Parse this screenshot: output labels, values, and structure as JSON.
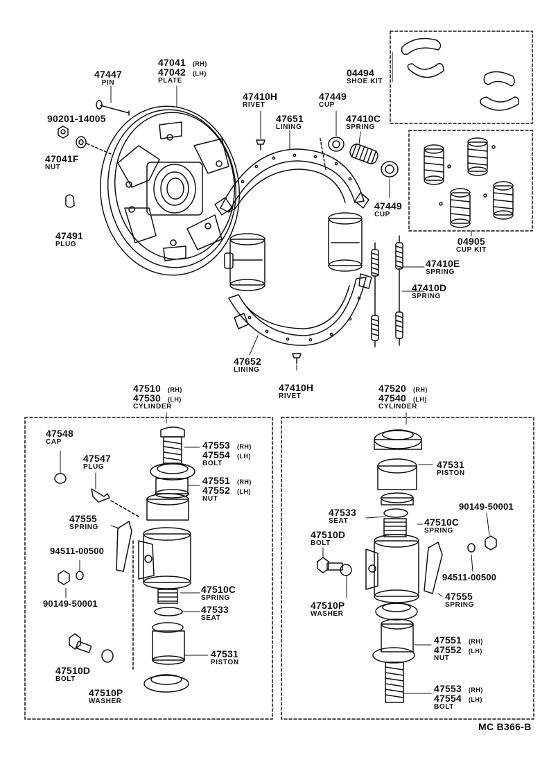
{
  "diagram_code": "MC B366-B",
  "labels": {
    "p47447": {
      "num": "47447",
      "name": "PIN"
    },
    "p47041": {
      "num1": "47041",
      "side1": "(RH)",
      "num2": "47042",
      "side2": "(LH)",
      "name": "PLATE"
    },
    "p90201": {
      "num": "90201-14005"
    },
    "p47041F": {
      "num": "47041F",
      "name": "NUT"
    },
    "p47491": {
      "num": "47491",
      "name": "PLUG"
    },
    "p47410H_top": {
      "num": "47410H",
      "name": "RIVET"
    },
    "p47651": {
      "num": "47651",
      "name": "LINING"
    },
    "p47449_top": {
      "num": "47449",
      "name": "CUP"
    },
    "p47410C_top": {
      "num": "47410C",
      "name": "SPRING"
    },
    "p04494": {
      "num": "04494",
      "name": "SHOE KIT"
    },
    "p47449_mid": {
      "num": "47449",
      "name": "CUP"
    },
    "p04905": {
      "num": "04905",
      "name": "CUP KIT"
    },
    "p47410E": {
      "num": "47410E",
      "name": "SPRING"
    },
    "p47410D": {
      "num": "47410D",
      "name": "SPRING"
    },
    "p47652": {
      "num": "47652",
      "name": "LINING"
    },
    "p47410H_bot": {
      "num": "47410H",
      "name": "RIVET"
    },
    "cylL": {
      "num1": "47510",
      "side1": "(RH)",
      "num2": "47530",
      "side2": "(LH)",
      "name": "CYLINDER"
    },
    "cylR": {
      "num1": "47520",
      "side1": "(RH)",
      "num2": "47540",
      "side2": "(LH)",
      "name": "CYLINDER"
    },
    "L47548": {
      "num": "47548",
      "name": "CAP"
    },
    "L47547": {
      "num": "47547",
      "name": "PLUG"
    },
    "L47555": {
      "num": "47555",
      "name": "SPRING"
    },
    "L94511": {
      "num": "94511-00500"
    },
    "L90149": {
      "num": "90149-50001"
    },
    "L47510D": {
      "num": "47510D",
      "name": "BOLT"
    },
    "L47510P": {
      "num": "47510P",
      "name": "WASHER"
    },
    "L47553": {
      "num1": "47553",
      "side1": "(RH)",
      "num2": "47554",
      "side2": "(LH)",
      "name": "BOLT"
    },
    "L47551": {
      "num1": "47551",
      "side1": "(RH)",
      "num2": "47552",
      "side2": "(LH)",
      "name": "NUT"
    },
    "L47510C": {
      "num": "47510C",
      "name": "SPRING"
    },
    "L47533": {
      "num": "47533",
      "name": "SEAT"
    },
    "L47531": {
      "num": "47531",
      "name": "PISTON"
    },
    "R47531": {
      "num": "47531",
      "name": "PISTON"
    },
    "R90149": {
      "num": "90149-50001"
    },
    "R47533": {
      "num": "47533",
      "name": "SEAT"
    },
    "R47510C": {
      "num": "47510C",
      "name": "SPRING"
    },
    "R47510D": {
      "num": "47510D",
      "name": "BOLT"
    },
    "R94511": {
      "num": "94511-00500"
    },
    "R47510P": {
      "num": "47510P",
      "name": "WASHER"
    },
    "R47555": {
      "num": "47555",
      "name": "SPRING"
    },
    "R47551": {
      "num1": "47551",
      "side1": "(RH)",
      "num2": "47552",
      "side2": "(LH)",
      "name": "NUT"
    },
    "R47553": {
      "num1": "47553",
      "side1": "(RH)",
      "num2": "47554",
      "side2": "(LH)",
      "name": "BOLT"
    }
  }
}
